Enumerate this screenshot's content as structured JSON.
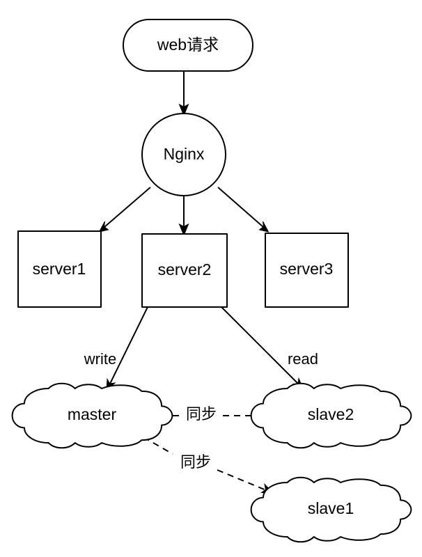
{
  "diagram": {
    "title": "web request load balancing and database replication diagram",
    "background_color": "#ffffff",
    "stroke_color": "#000000",
    "fill_color": "#ffffff",
    "nodes": [
      {
        "id": "web_request",
        "label": "web请求",
        "shape": "rounded-rectangle"
      },
      {
        "id": "nginx",
        "label": "Nginx",
        "shape": "ellipse"
      },
      {
        "id": "server1",
        "label": "server1",
        "shape": "rectangle"
      },
      {
        "id": "server2",
        "label": "server2",
        "shape": "rectangle"
      },
      {
        "id": "server3",
        "label": "server3",
        "shape": "rectangle"
      },
      {
        "id": "master",
        "label": "master",
        "shape": "cloud"
      },
      {
        "id": "slave2",
        "label": "slave2",
        "shape": "cloud"
      },
      {
        "id": "slave1",
        "label": "slave1",
        "shape": "cloud"
      }
    ],
    "edges": [
      {
        "id": "e_web_nginx",
        "from": "web_request",
        "to": "nginx",
        "label": "",
        "style": "solid"
      },
      {
        "id": "e_nginx_server1",
        "from": "nginx",
        "to": "server1",
        "label": "",
        "style": "solid"
      },
      {
        "id": "e_nginx_server2",
        "from": "nginx",
        "to": "server2",
        "label": "",
        "style": "solid"
      },
      {
        "id": "e_nginx_server3",
        "from": "nginx",
        "to": "server3",
        "label": "",
        "style": "solid"
      },
      {
        "id": "e_server2_master",
        "from": "server2",
        "to": "master",
        "label": "write",
        "style": "solid"
      },
      {
        "id": "e_server2_slave2",
        "from": "server2",
        "to": "slave2",
        "label": "read",
        "style": "solid"
      },
      {
        "id": "e_master_slave2",
        "from": "master",
        "to": "slave2",
        "label": "同步",
        "style": "dashed"
      },
      {
        "id": "e_master_slave1",
        "from": "master",
        "to": "slave1",
        "label": "同步",
        "style": "dashed"
      }
    ],
    "labels": {
      "web_request": "web请求",
      "nginx": "Nginx",
      "server1": "server1",
      "server2": "server2",
      "server3": "server3",
      "master": "master",
      "slave2": "slave2",
      "slave1": "slave1",
      "write": "write",
      "read": "read",
      "sync_slave2": "同步",
      "sync_slave1": "同步"
    }
  }
}
